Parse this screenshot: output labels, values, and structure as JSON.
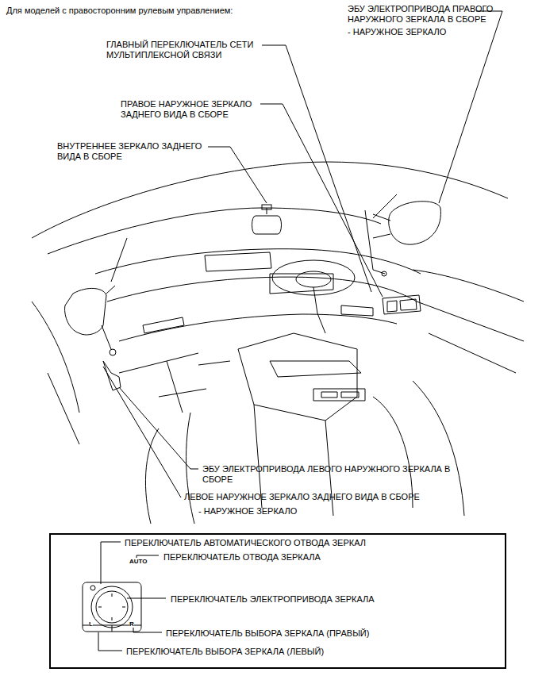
{
  "diagram": {
    "title": "Для моделей с правосторонним рулевым управлением:",
    "nodes": [
      {
        "text": [
          "ПЕРЕКЛЮЧАТЕЛЬ АВТОМАТИЧЕСКОГО ОТВОДА ЗЕРКАЛ",
          "ПЕРЕКЛЮЧАТЕЛЬ ОТВОДА ЗЕРКАЛА",
          "ПЕРЕКЛЮЧАТЕЛЬ ЭЛЕКТРОПРИВОДА ЗЕРКАЛА",
          "ПЕРЕКЛЮЧАТЕЛЬ ВЫБОРА ЗЕРКАЛА (ПРАВЫЙ)",
          "ПЕРЕКЛЮЧАТЕЛЬ ВЫБОРА ЗЕРКАЛА (ЛЕВЫЙ)"
        ]
      }
    ],
    "labels": [
      "ЭБУ ЭЛЕКТРОПРИВОДА ПРАВОГО НАРУЖНОГО ЗЕРКАЛА В СБОРЕ",
      "- НАРУЖНОЕ ЗЕРКАЛО",
      "ГЛАВНЫЙ ПЕРЕКЛЮЧАТЕЛЬ СЕТИ МУЛЬТИПЛЕКСНОЙ СВЯЗИ",
      "ПРАВОЕ НАРУЖНОЕ ЗЕРКАЛО ЗАДНЕГО ВИДА В СБОРЕ",
      "ВНУТРЕННЕЕ ЗЕРКАЛО ЗАДНЕГО ВИДА В СБОРЕ",
      "ЭБУ ЭЛЕКТРОПРИВОДА ЛЕВОГО НАРУЖНОГО ЗЕРКАЛА В СБОРЕ",
      "ЛЕВОЕ НАРУЖНОЕ ЗЕРКАЛО ЗАДНЕГО ВИДА В СБОРЕ",
      "- НАРУЖНОЕ ЗЕРКАЛО",
      "AUTO",
      "L",
      "R"
    ]
  }
}
